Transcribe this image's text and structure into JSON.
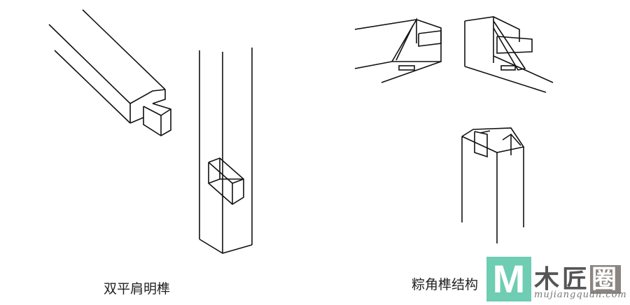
{
  "captions": {
    "left": "双平肩明榫",
    "right": "粽角榫结构"
  },
  "logo": {
    "mark": "M",
    "name_part1": "木匠",
    "name_part2": "圈",
    "url": "mujiangquan.com",
    "accent": "#6ecdb2"
  }
}
